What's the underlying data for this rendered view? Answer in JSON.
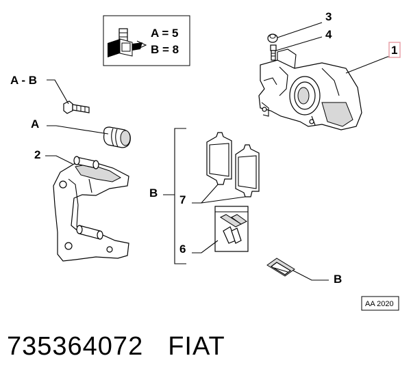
{
  "torque_legend": {
    "a_line": "A = 5",
    "b_line": "B = 8"
  },
  "callouts": {
    "item1": "1",
    "item2": "2",
    "item3": "3",
    "item4": "4",
    "item6": "6",
    "item7": "7",
    "label_a_b": "A - B",
    "label_a": "A",
    "label_b_group": "B",
    "label_b_clip": "B"
  },
  "stamp": "AA 2020",
  "footer": {
    "part_number": "735364072",
    "brand": "FIAT"
  },
  "colors": {
    "item1_highlight": "#e8a0a8",
    "ink": "#000000",
    "shade": "#d8d8d8"
  }
}
